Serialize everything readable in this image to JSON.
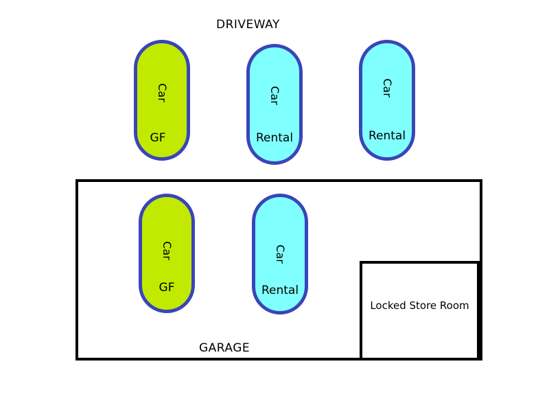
{
  "labels": {
    "driveway": "DRIVEWAY",
    "garage": "GARAGE",
    "store_room": "Locked Store Room"
  },
  "colors": {
    "gf_fill": "#c2ea00",
    "rental_fill": "#80ffff",
    "car_border": "#3a45b8",
    "outline": "#000000"
  },
  "driveway_cars": [
    {
      "type": "Car",
      "owner": "GF"
    },
    {
      "type": "Car",
      "owner": "Rental"
    },
    {
      "type": "Car",
      "owner": "Rental"
    }
  ],
  "garage_cars": [
    {
      "type": "Car",
      "owner": "GF"
    },
    {
      "type": "Car",
      "owner": "Rental"
    }
  ]
}
